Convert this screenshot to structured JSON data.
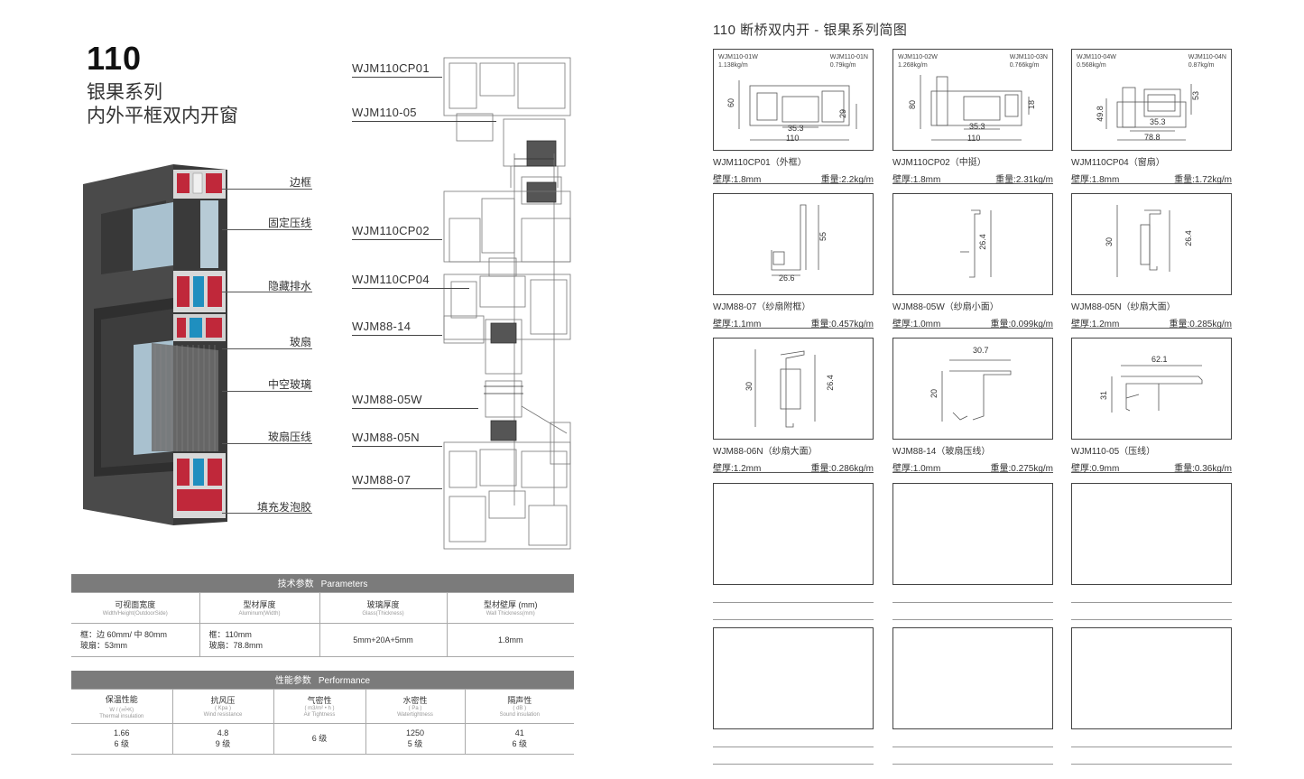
{
  "left": {
    "title_number": "110",
    "title_line2": "银果系列",
    "title_line3": "内外平框双内开窗",
    "callouts": [
      "边框",
      "固定压线",
      "隐藏排水",
      "玻扇",
      "中空玻璃",
      "玻扇压线",
      "填充发泡胶"
    ],
    "section_labels": [
      "WJM110CP01",
      "WJM110-05",
      "WJM110CP02",
      "WJM110CP04",
      "WJM88-14",
      "WJM88-05W",
      "WJM88-05N",
      "WJM88-07"
    ]
  },
  "params_table": {
    "title_cn": "技术参数",
    "title_en": "Parameters",
    "headers": [
      {
        "cn": "可视面宽度",
        "en": "Width/Height(OutdoorSide)"
      },
      {
        "cn": "型材厚度",
        "en": "Aluminum(Width)"
      },
      {
        "cn": "玻璃厚度",
        "en": "Glass(Thickness)"
      },
      {
        "cn": "型材壁厚 (mm)",
        "en": "Wall Thickness(mm)"
      }
    ],
    "row": {
      "c1_l1": "框：边 60mm/ 中 80mm",
      "c1_l2": "玻扇：53mm",
      "c2_l1": "框：110mm",
      "c2_l2": "玻扇：78.8mm",
      "c3": "5mm+20A+5mm",
      "c4": "1.8mm"
    }
  },
  "perf_table": {
    "title_cn": "性能参数",
    "title_en": "Performance",
    "headers": [
      {
        "cn": "保温性能",
        "sub": "W / (㎡•K)",
        "en": "Thermal insulation"
      },
      {
        "cn": "抗风压",
        "sub": "( Kpa )",
        "en": "Wind resistance"
      },
      {
        "cn": "气密性",
        "sub": "( m3/m² • h )",
        "en": "Air Tightness"
      },
      {
        "cn": "水密性",
        "sub": "( Pa )",
        "en": "Watertightness"
      },
      {
        "cn": "隔声性",
        "sub": "( dB )",
        "en": "Sound insulation"
      }
    ],
    "values": [
      {
        "v": "1.66",
        "g": "6 级"
      },
      {
        "v": "4.8",
        "g": "9 级"
      },
      {
        "v": "",
        "g": "6 级"
      },
      {
        "v": "1250",
        "g": "5 级"
      },
      {
        "v": "41",
        "g": "6 级"
      }
    ]
  },
  "right": {
    "title": "110 断桥双内开 - 银果系列简图",
    "cards": [
      {
        "tl1": "WJM110-01W",
        "tl2": "1.138kg/m",
        "tr1": "WJM110-01N",
        "tr2": "0.79kg/m",
        "dims": [
          "60",
          "29",
          "35.3",
          "110"
        ],
        "name": "WJM110CP01（外框）",
        "wall": "壁厚:1.8mm",
        "weight": "重量:2.2kg/m"
      },
      {
        "tl1": "WJM110-02W",
        "tl2": "1.268kg/m",
        "tr1": "WJM110-03N",
        "tr2": "0.766kg/m",
        "dims": [
          "80",
          "18",
          "35.3",
          "110"
        ],
        "name": "WJM110CP02（中挺）",
        "wall": "壁厚:1.8mm",
        "weight": "重量:2.31kg/m"
      },
      {
        "tl1": "WJM110-04W",
        "tl2": "0.568kg/m",
        "tr1": "WJM110-04N",
        "tr2": "0.87kg/m",
        "dims": [
          "49.8",
          "53",
          "35.3",
          "78.8"
        ],
        "name": "WJM110CP04（窗扇）",
        "wall": "壁厚:1.8mm",
        "weight": "重量:1.72kg/m"
      },
      {
        "dims": [
          "55",
          "26.6"
        ],
        "name": "WJM88-07（纱扇附框）",
        "wall": "壁厚:1.1mm",
        "weight": "重量:0.457kg/m"
      },
      {
        "dims": [
          "26.4"
        ],
        "name": "WJM88-05W（纱扇小面）",
        "wall": "壁厚:1.0mm",
        "weight": "重量:0.099kg/m"
      },
      {
        "dims": [
          "30",
          "26.4"
        ],
        "name": "WJM88-05N（纱扇大面）",
        "wall": "壁厚:1.2mm",
        "weight": "重量:0.285kg/m"
      },
      {
        "dims": [
          "30",
          "26.4"
        ],
        "name": "WJM88-06N（纱扇大面）",
        "wall": "壁厚:1.2mm",
        "weight": "重量:0.286kg/m"
      },
      {
        "dims": [
          "30.7",
          "20"
        ],
        "name": "WJM88-14（玻扇压线）",
        "wall": "壁厚:1.0mm",
        "weight": "重量:0.275kg/m"
      },
      {
        "dims": [
          "62.1",
          "31"
        ],
        "name": "WJM110-05（压线）",
        "wall": "壁厚:0.9mm",
        "weight": "重量:0.36kg/m"
      }
    ]
  },
  "colors": {
    "frame": "#4a4a4a",
    "table_header": "#7b7b7b",
    "thermal_break": "#c0283a",
    "glass": "#9fb8c8"
  }
}
